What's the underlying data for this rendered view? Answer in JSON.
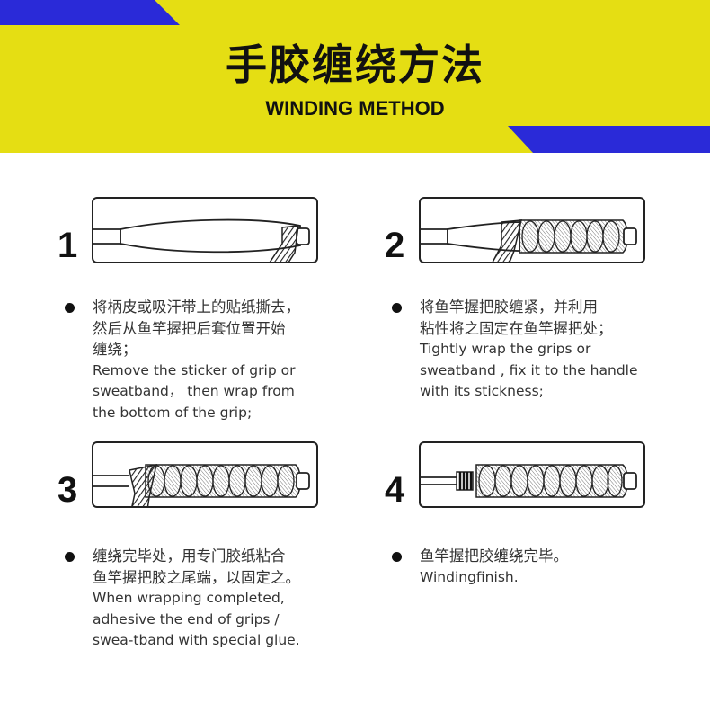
{
  "header": {
    "title_cn": "手胶缠绕方法",
    "title_en": "WINDING METHOD",
    "colors": {
      "background": "#e5de13",
      "accent": "#2a2ad8",
      "text": "#111111"
    }
  },
  "steps": [
    {
      "number": "1",
      "icon": "handle-sticker-icon",
      "lines": [
        "将柄皮或吸汗带上的贴纸撕去，",
        "然后从鱼竿握把后套位置开始",
        "缠绕；",
        "Remove the sticker of grip or",
        "sweatband， then wrap from",
        "the bottom of the grip;"
      ]
    },
    {
      "number": "2",
      "icon": "wrap-tight-icon",
      "lines": [
        "将鱼竿握把胶缠紧，并利用",
        "粘性将之固定在鱼竿握把处；",
        "Tightly wrap the grips or",
        "sweatband , fix it to the handle",
        "with its stickness;"
      ]
    },
    {
      "number": "3",
      "icon": "wrap-end-icon",
      "lines": [
        "缠绕完毕处，用专门胶纸粘合",
        "鱼竿握把胶之尾端，以固定之。",
        "When wrapping  completed,",
        "adhesive the end of grips /",
        "swea-tband with special glue."
      ]
    },
    {
      "number": "4",
      "icon": "wrap-finished-icon",
      "lines": [
        "鱼竿握把胶缠绕完毕。",
        "Windingfinish."
      ]
    }
  ]
}
